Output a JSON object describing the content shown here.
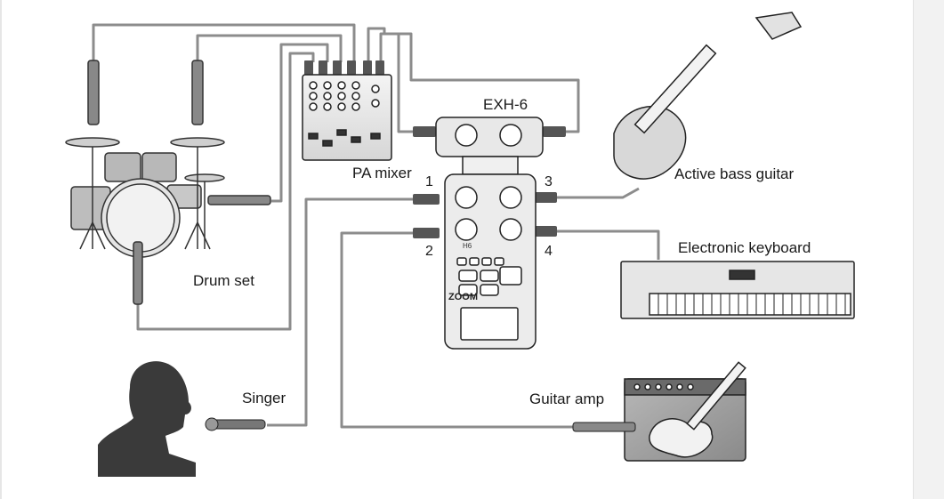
{
  "labels": {
    "exh6": "EXH-6",
    "pa_mixer": "PA mixer",
    "bass": "Active bass guitar",
    "keyboard": "Electronic keyboard",
    "drums": "Drum set",
    "singer": "Singer",
    "amp": "Guitar amp"
  },
  "ports": {
    "p1": "1",
    "p2": "2",
    "p3": "3",
    "p4": "4"
  },
  "recorder": {
    "brand": "ZOOM",
    "model": "H6"
  }
}
